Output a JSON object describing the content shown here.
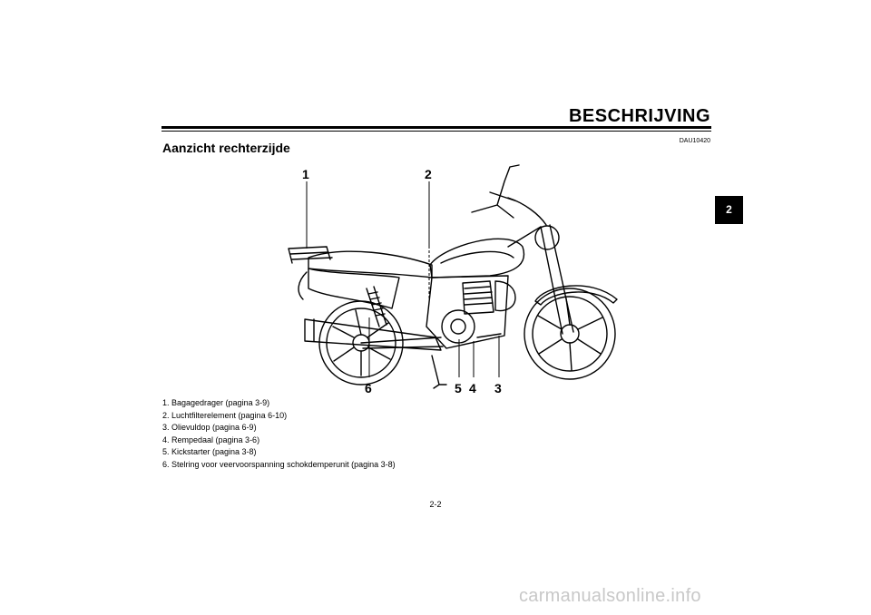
{
  "header": {
    "section_title": "BESCHRIJVING",
    "doc_code": "DAU10420",
    "chapter_tab": "2"
  },
  "page": {
    "heading": "Aanzicht rechterzijde",
    "page_number": "2-2"
  },
  "figure": {
    "callouts": [
      "1",
      "2",
      "6",
      "5",
      "4",
      "3"
    ],
    "legend": [
      "1.  Bagagedrager (pagina 3-9)",
      "2.  Luchtfilterelement (pagina 6-10)",
      "3.  Olievuldop (pagina 6-9)",
      "4.  Rempedaal (pagina 3-6)",
      "5.  Kickstarter (pagina 3-8)",
      "6.  Stelring voor veervoorspanning schokdemperunit (pagina 3-8)"
    ]
  },
  "watermark": {
    "text": "carmanualsonline.info"
  }
}
